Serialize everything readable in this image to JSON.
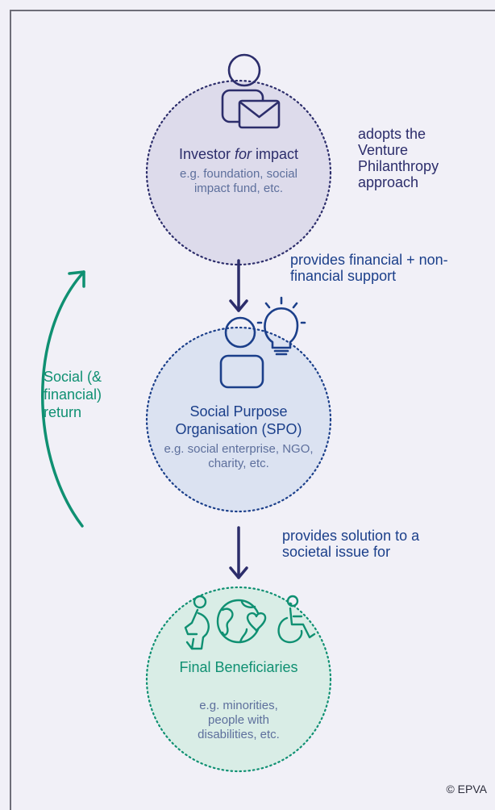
{
  "investor": {
    "title_pre": "Investor ",
    "title_em": "for",
    "title_post": " impact",
    "sub": "e.g. foundation, social impact fund, etc."
  },
  "investor_note": "adopts the Venture Philanthropy approach",
  "arrow1_label": "provides financial + non-financial support",
  "spo": {
    "title": "Social Purpose Organisation (SPO)",
    "sub": "e.g. social enterprise, NGO, charity, etc."
  },
  "arrow2_label": "provides solution to a societal issue for",
  "beneficiaries": {
    "title": "Final Beneficiaries",
    "sub": "e.g. minorities, people with disabilities, etc."
  },
  "return_label": "Social (& financial) return",
  "copyright": "© EPVA",
  "icons": [
    "person-envelope-icon",
    "person-lightbulb-icon",
    "pregnant-woman-icon",
    "globe-heart-icon",
    "wheelchair-icon"
  ],
  "colors": {
    "background": "#f1f0f7",
    "investor_circle": "#dddbeb",
    "spo_circle": "#dbe2f1",
    "beneficiaries_circle": "#d9ede6",
    "navy": "#2c2d6b",
    "blue": "#1b3f8a",
    "green": "#0f9072"
  }
}
